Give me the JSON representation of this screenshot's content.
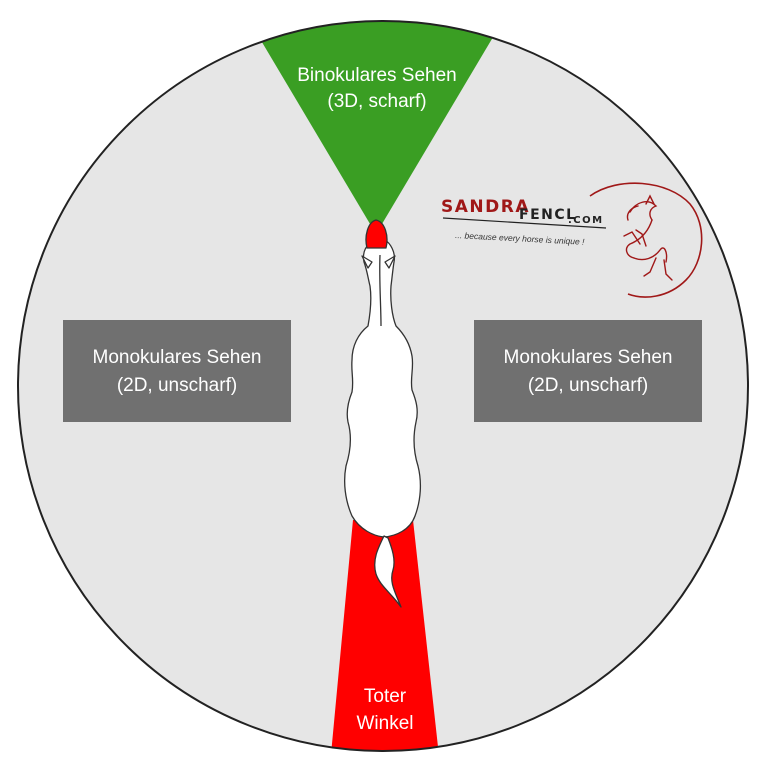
{
  "colors": {
    "background": "#ffffff",
    "circle_fill": "#e6e6e6",
    "circle_stroke": "#222222",
    "binocular_zone": "#3a9e23",
    "blind_zone": "#ff0000",
    "box_fill": "#707070",
    "horse_fill": "#ffffff",
    "horse_stroke": "#333333",
    "logo_dark": "#222222",
    "logo_red": "#a01818"
  },
  "zones": {
    "binocular": {
      "line1": "Binokulares Sehen",
      "line2": "(3D, scharf)"
    },
    "blind_spot": {
      "line1": "Toter",
      "line2": "Winkel"
    }
  },
  "boxes": {
    "left": {
      "line1": "Monokulares Sehen",
      "line2": "(2D, unscharf)"
    },
    "right": {
      "line1": "Monokulares Sehen",
      "line2": "(2D, unscharf)"
    }
  },
  "logo": {
    "brand_a": "SANDRA",
    "brand_b": "FENCL",
    "brand_c": ".COM",
    "tagline_a": "... because every horse is ",
    "tagline_b": "unique",
    "tagline_c": " !",
    "mark_icon": "rearing-horse-icon"
  }
}
